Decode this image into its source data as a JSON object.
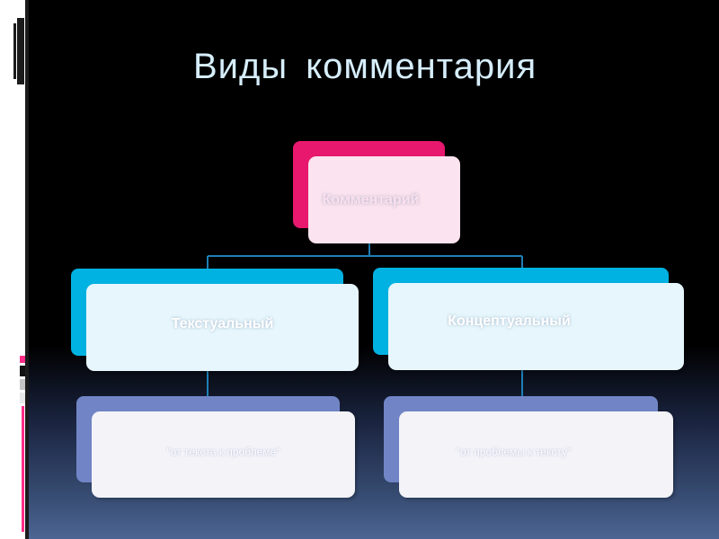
{
  "title": "Виды  комментария",
  "colors": {
    "root_back": "#e7186d",
    "root_front": "#fbe3ef",
    "category_back": "#00b2e2",
    "category_front": "#e6f6fc",
    "leaf_back": "#7185c6",
    "leaf_front": "#f3f3f8",
    "connector": "#1e7fb6"
  },
  "diagram": {
    "root": {
      "label": "Комментарий"
    },
    "categories": [
      {
        "label": "Текстуальный",
        "description": "\"от  текста  к  проблеме\""
      },
      {
        "label": "Концептуальный",
        "description": "\"от проблемы   к тексту\""
      }
    ]
  }
}
